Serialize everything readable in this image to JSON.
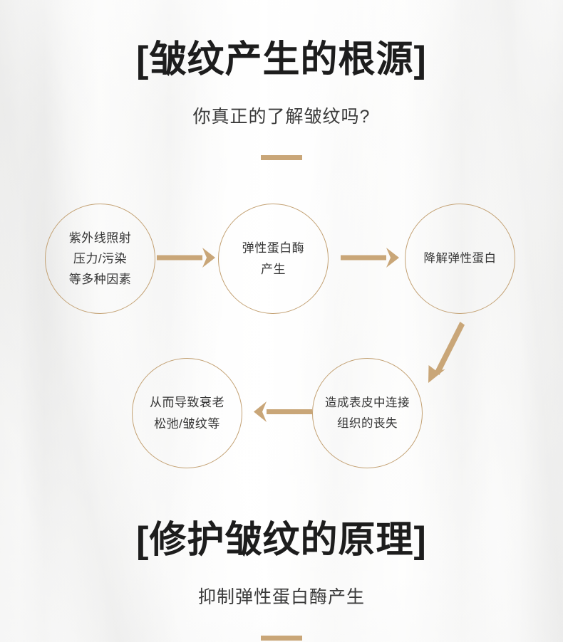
{
  "theme": {
    "accent_gold": "#c9a678",
    "circle_stroke": "#c3a173",
    "arrow_fill": "#c9a678",
    "heading_color": "#1d1d1d",
    "body_color": "#353535",
    "background_base": "#f4f4f3"
  },
  "heading_top": {
    "title": "[皱纹产生的根源]",
    "subtitle": "你真正的了解皱纹吗?"
  },
  "heading_bottom": {
    "title": "[修护皱纹的原理]",
    "subtitle": "抑制弹性蛋白酶产生"
  },
  "diagram": {
    "nodes": [
      {
        "id": "cause",
        "text": "紫外线照射\n压力/污染\n等多种因素"
      },
      {
        "id": "enzyme",
        "text": "弹性蛋白酶\n产生"
      },
      {
        "id": "degradation",
        "text": "降解弹性蛋白"
      },
      {
        "id": "tissue-loss",
        "text": "造成表皮中连接\n组织的丧失"
      },
      {
        "id": "aging",
        "text": "从而导致衰老\n松弛/皱纹等"
      }
    ],
    "arrows": [
      {
        "id": "cause-to-enzyme",
        "direction": "right"
      },
      {
        "id": "enzyme-to-degradation",
        "direction": "right"
      },
      {
        "id": "degradation-to-tissue",
        "direction": "down-left-diagonal"
      },
      {
        "id": "tissue-to-aging",
        "direction": "left"
      }
    ]
  }
}
